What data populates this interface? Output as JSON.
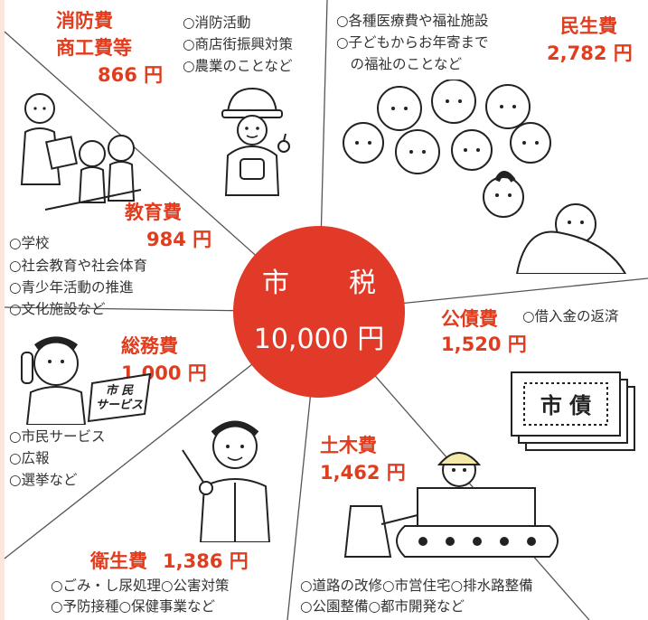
{
  "center": {
    "label": "市　税",
    "total": "10,000 円"
  },
  "categories": {
    "fire_commerce": {
      "name_line1": "消防費",
      "name_line2": "商工費等",
      "amount": "866 円",
      "items": [
        "○消防活動",
        "○商店街振興対策",
        "○農業のことなど"
      ]
    },
    "welfare": {
      "name": "民生費",
      "amount": "2,782 円",
      "items": [
        "○各種医療費や福祉施設",
        "○子どもからお年寄まで",
        "　の福祉のことなど"
      ]
    },
    "education": {
      "name": "教育費",
      "amount": "984 円",
      "items": [
        "○学校",
        "○社会教育や社会体育",
        "○青少年活動の推進",
        "○文化施設など"
      ]
    },
    "public_debt": {
      "name": "公債費",
      "amount": "1,520 円",
      "items": [
        "○借入金の返済"
      ],
      "sign_text": "市 債"
    },
    "general_affairs": {
      "name": "総務費",
      "amount": "1,000 円",
      "items": [
        "○市民サービス",
        "○広報",
        "○選挙など"
      ],
      "sign_text": "市 民\nサービス"
    },
    "civil_engineering": {
      "name": "土木費",
      "amount": "1,462 円",
      "items": [
        "○道路の改修○市営住宅○排水路整備",
        "○公園整備○都市開発など"
      ]
    },
    "sanitation": {
      "name": "衛生費",
      "amount": "1,386 円",
      "items": [
        "○ごみ・し尿処理○公害対策",
        "○予防接種○保健事業など"
      ]
    }
  },
  "colors": {
    "accent": "#e03c1e",
    "circle": "#e13a28",
    "background": "#fbe7dc",
    "panel": "#ffffff"
  },
  "icons": [
    "firefighter-illustration",
    "elderly-faces-illustration",
    "teacher-students-illustration",
    "bond-certificate-illustration",
    "phone-clerk-illustration",
    "doctor-illustration",
    "bulldozer-illustration"
  ]
}
